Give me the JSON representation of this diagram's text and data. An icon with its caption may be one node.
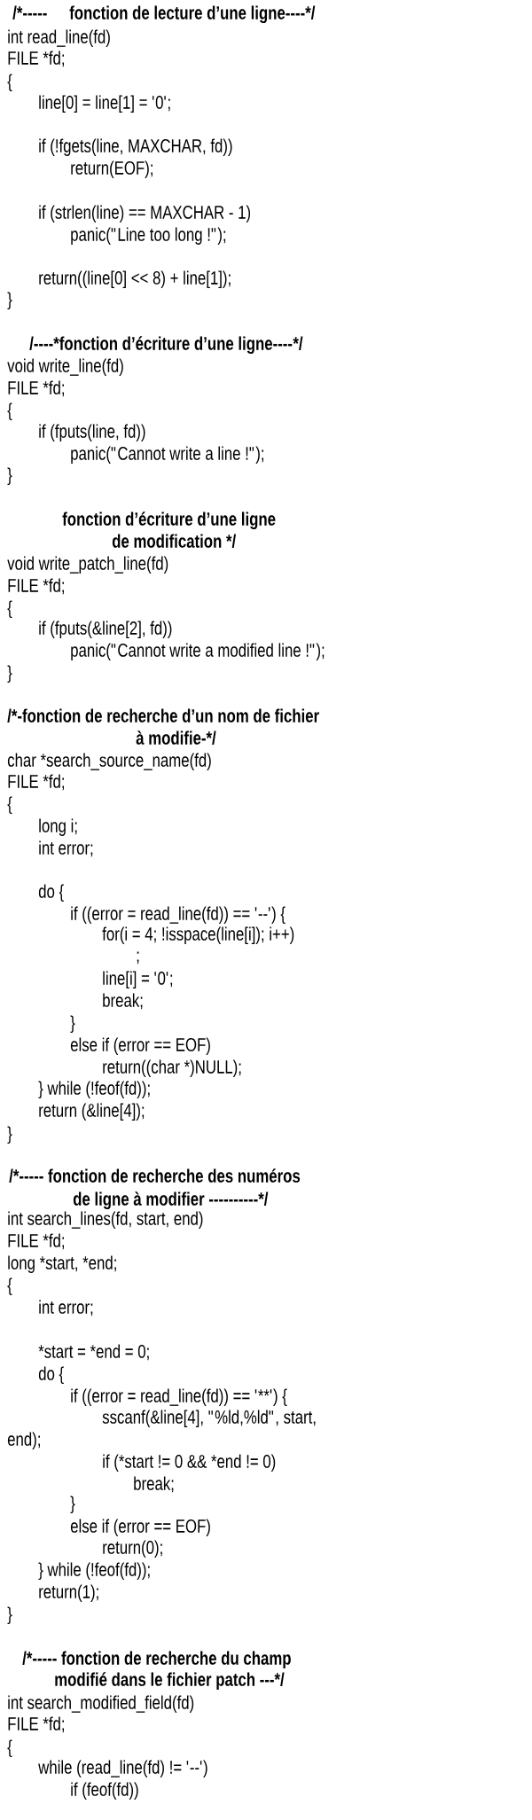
{
  "diagram": {
    "labels": [
      "/*-----",
      "fonction de lecture d’une ligne----*/",
      "int read_line(fd)",
      "FILE *fd;",
      "{",
      "line[0] = line[1] = '0';",
      "if (!fgets(line, MAXCHAR, fd))",
      "return(EOF);",
      "if (strlen(line) == MAXCHAR - 1)",
      "panic(\"Line too long !\");",
      "return((line[0] << 8) + line[1]);",
      "}",
      "/----*fonction d’écriture d’une ligne----",
      "*/",
      "void write_line(fd)",
      "FILE *fd;",
      "{",
      "if (fputs(line, fd))",
      "panic(\"Cannot write a line !\");",
      "}",
      "fonction d’écriture d’une ligne",
      "de modification */",
      "void write_patch_line(fd)",
      "FILE *fd;",
      "{",
      "if (fputs(&line[2], fd))",
      "panic(\"Cannot write a modified line !\");",
      "}",
      "/*-fonction de recherche d’un nom de fichier",
      "à modifie-*/",
      "char *search_source_name(fd)",
      "FILE *fd;",
      "{",
      "long i;",
      "int error;",
      "do {",
      "if ((error = read_line(fd)) == '--') {",
      "for(i = 4; !isspace(line[i]); i++)",
      ";",
      "line[i] = '0';",
      "break;",
      "}",
      "else if (error == EOF)",
      "return((char *)NULL);",
      "} while (!feof(fd));",
      "return (&line[4]);",
      "}",
      "/*----- fonction de recherche des numéros",
      "de ligne à modifier ----------*/",
      "int search_lines(fd, start, end)",
      "FILE *fd;",
      "long *start, *end;",
      "{",
      "int error;",
      "*start = *end = 0;",
      "do {",
      "if ((error = read_line(fd)) == '**') {",
      "sscanf(&line[4], \"%ld,%ld\", start,",
      "end);",
      "if (*start != 0 && *end != 0)",
      "break;",
      "}",
      "else if (error == EOF)",
      "return(0);",
      "} while (!feof(fd));",
      "return(1);",
      "}",
      "/*----- fonction de recherche du champ",
      "modifié dans le fichier patch ---*/",
      "int search_modified_field(fd)",
      "FILE *fd;",
      "{",
      "while (read_line(fd) != '--')",
      "if (feof(fd))"
    ]
  }
}
